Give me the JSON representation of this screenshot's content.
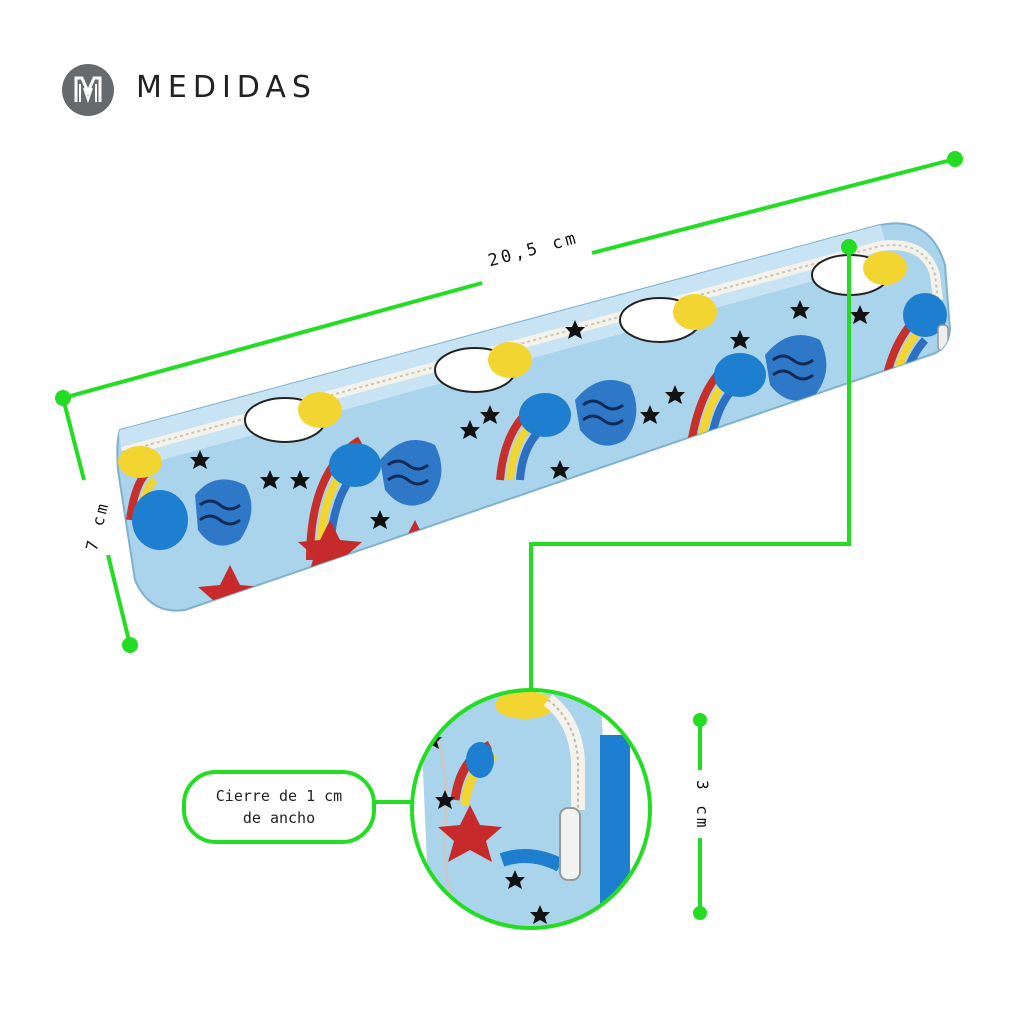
{
  "header": {
    "title": "MEDIDAS"
  },
  "measurements": {
    "length": "20,5 cm",
    "height": "7 cm",
    "depth": "3 cm"
  },
  "callout": {
    "line1": "Cierre de 1 cm",
    "line2": "de ancho"
  },
  "colors": {
    "accent": "#22dd22",
    "logo": "#666a6d",
    "case_background": "#a9d4ec",
    "rainbow_red": "#c62f2a",
    "rainbow_yellow": "#f3d531",
    "rainbow_blue": "#2f6fc1",
    "cloud_blue": "#1e7fd0",
    "star_red": "#c62a2a",
    "star_black": "#111111"
  }
}
